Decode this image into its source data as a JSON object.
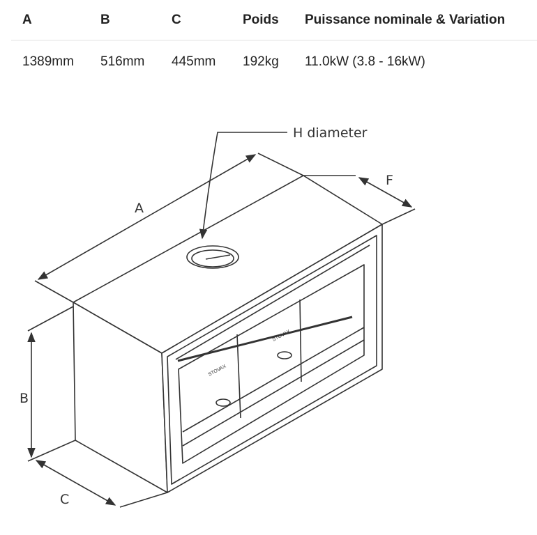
{
  "spec_table": {
    "headers": [
      "A",
      "B",
      "C",
      "Poids",
      "Puissance nominale & Variation"
    ],
    "rows": [
      [
        "1389mm",
        "516mm",
        "445mm",
        "192kg",
        "11.0kW (3.8 - 16kW)"
      ]
    ]
  },
  "diagram": {
    "labels": {
      "a": "A",
      "b": "B",
      "c": "C",
      "f": "F",
      "h": "H diameter"
    },
    "brand_mark": "STOVAX"
  }
}
